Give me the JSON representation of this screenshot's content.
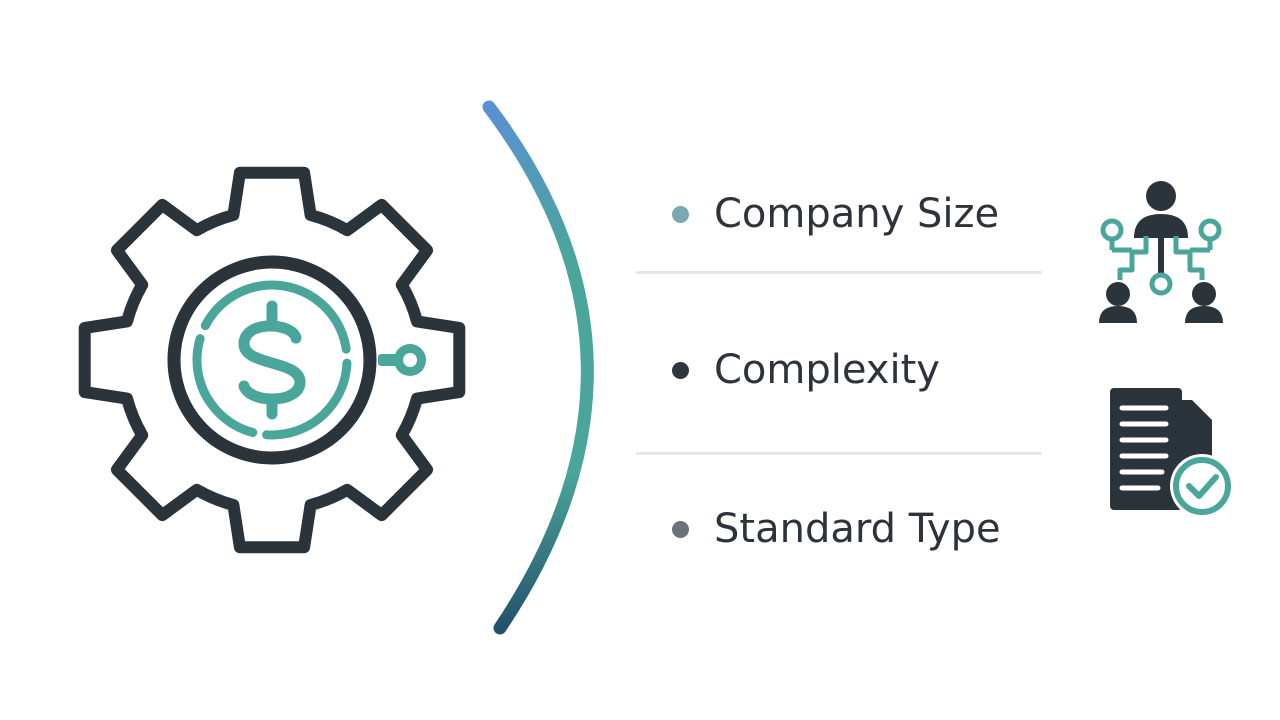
{
  "items": [
    {
      "label": "Company Size",
      "dot_color": "#7aa9b3"
    },
    {
      "label": "Complexity",
      "dot_color": "#2f363d"
    },
    {
      "label": "Standard Type",
      "dot_color": "#6d7276"
    }
  ],
  "icons": {
    "main": "gear-dollar-icon",
    "org": "org-chart-icon",
    "doc": "document-check-icon"
  },
  "colors": {
    "dark": "#2b333b",
    "teal": "#4aa59a",
    "blue": "#5b8fd6",
    "navy": "#23506b"
  }
}
